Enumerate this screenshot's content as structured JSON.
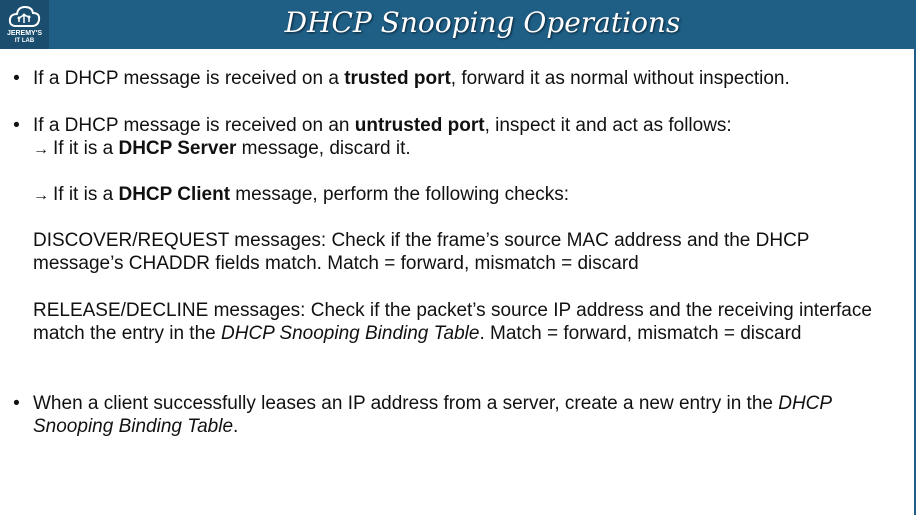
{
  "header": {
    "title": "DHCP Snooping Operations",
    "logo_line1": "JEREMY'S",
    "logo_line2": "IT LAB"
  },
  "content": {
    "bullet1": {
      "pre": "If a DHCP message is received on a ",
      "bold": "trusted port",
      "post": ", forward it as normal without inspection."
    },
    "bullet2": {
      "pre": "If a DHCP message is received on an ",
      "bold": "untrusted port",
      "post": ", inspect it and act as follows:"
    },
    "sub1": {
      "arrow": "→",
      "pre": "If it is a ",
      "bold": "DHCP Server",
      "post": " message, discard it."
    },
    "sub2": {
      "arrow": "→",
      "pre": "If it is a ",
      "bold": "DHCP Client",
      "post": " message, perform the following checks:"
    },
    "para1": "DISCOVER/REQUEST messages: Check if the frame’s source MAC address and the DHCP message’s CHADDR fields match.  Match = forward, mismatch = discard",
    "para2": {
      "pre": "RELEASE/DECLINE messages: Check if the packet’s source IP address and the receiving interface match the entry in the ",
      "italic": "DHCP Snooping Binding Table",
      "post": ".  Match = forward, mismatch = discard"
    },
    "bullet3": {
      "pre": "When a client successfully leases an IP address from a server, create a new entry in the ",
      "italic": "DHCP Snooping Binding Table",
      "post": "."
    },
    "bullet_char": "•"
  },
  "colors": {
    "header": "#1f5f86",
    "logo_bg": "#1a4d6e"
  }
}
